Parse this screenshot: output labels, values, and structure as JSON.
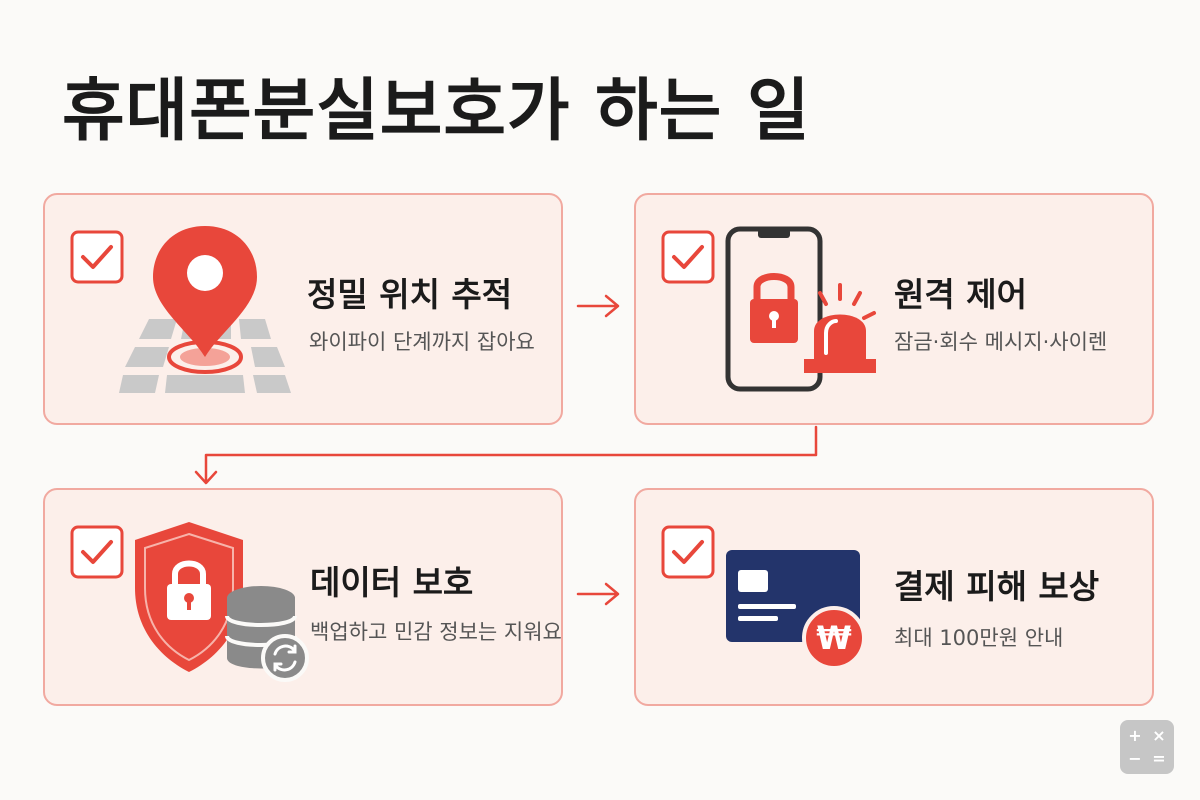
{
  "title": "휴대폰분실보호가 하는 일",
  "colors": {
    "accent": "#e8473b",
    "card_bg": "#fcefea",
    "card_border": "#f1a9a0",
    "navy": "#23346b"
  },
  "cards": [
    {
      "title": "정밀 위치 추적",
      "desc": "와이파이 단계까지 잡아요",
      "icon": "location-map-icon"
    },
    {
      "title": "원격 제어",
      "desc": "잠금·회수 메시지·사이렌",
      "icon": "phone-lock-siren-icon"
    },
    {
      "title": "데이터 보호",
      "desc": "백업하고 민감 정보는 지워요",
      "icon": "shield-lock-database-icon"
    },
    {
      "title": "결제 피해 보상",
      "desc": "최대 100만원 안내",
      "icon": "card-won-icon"
    }
  ],
  "calculator_icon": "calculator-icon"
}
